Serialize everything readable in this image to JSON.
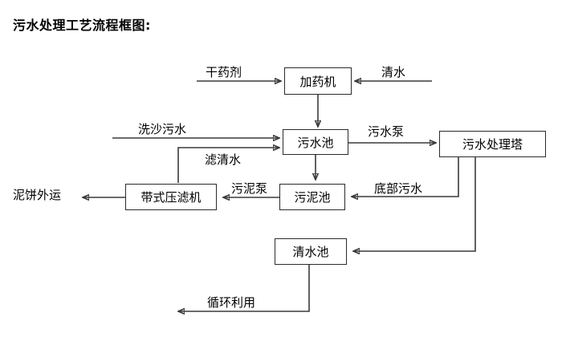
{
  "title": "污水处理工艺流程框图:",
  "diagram": {
    "nodes": [
      {
        "id": "dosing-machine",
        "label": "加药机"
      },
      {
        "id": "wastewater-pool",
        "label": "污水池"
      },
      {
        "id": "treatment-tower",
        "label": "污水处理塔"
      },
      {
        "id": "belt-filter-press",
        "label": "带式压滤机"
      },
      {
        "id": "sludge-pool",
        "label": "污泥池"
      },
      {
        "id": "clean-water-pool",
        "label": "清水池"
      }
    ],
    "edge_labels": [
      {
        "id": "dry-chemical",
        "label": "干药剂"
      },
      {
        "id": "clean-water-in",
        "label": "清水"
      },
      {
        "id": "sand-wash-wastewater",
        "label": "洗沙污水"
      },
      {
        "id": "filtered-clear-water",
        "label": "滤清水"
      },
      {
        "id": "sewage-pump",
        "label": "污水泵"
      },
      {
        "id": "sludge-pump",
        "label": "污泥泵"
      },
      {
        "id": "bottom-wastewater",
        "label": "底部污水"
      },
      {
        "id": "mud-cake-out",
        "label": "泥饼外运"
      },
      {
        "id": "recycle-reuse",
        "label": "循环利用"
      }
    ],
    "colors": {
      "box_border": "#2b2b2b",
      "wire": "#3a3a3a",
      "text": "#000000",
      "background": "#ffffff"
    }
  }
}
